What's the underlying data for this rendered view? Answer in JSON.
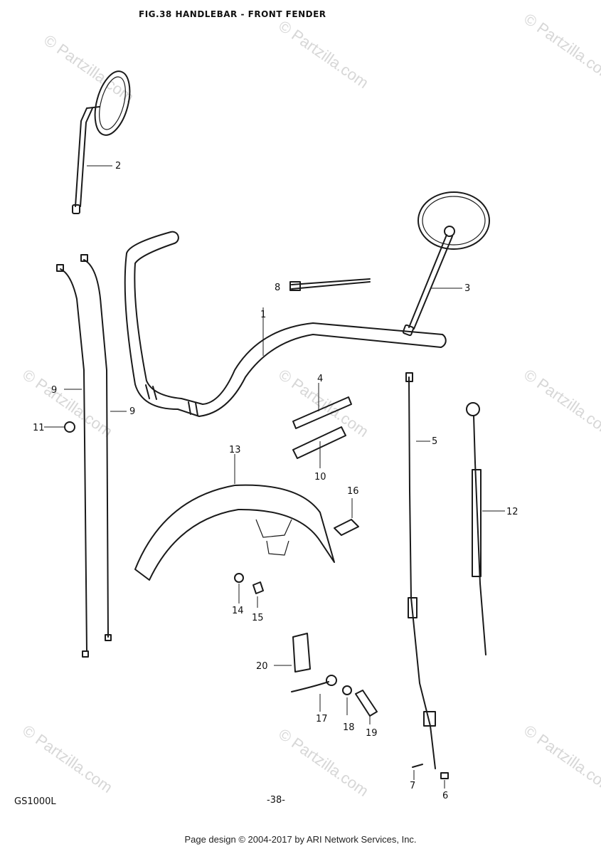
{
  "title": "FIG.38 HANDLEBAR - FRONT FENDER",
  "model": "GS1000L",
  "page_number": "-38-",
  "footer": "Page design © 2004-2017 by ARI Network Services, Inc.",
  "watermark": "© Partzilla.com",
  "callouts": {
    "c1": "1",
    "c2": "2",
    "c3": "3",
    "c4": "4",
    "c5": "5",
    "c6": "6",
    "c7": "7",
    "c8": "8",
    "c9a": "9",
    "c9b": "9",
    "c10": "10",
    "c11": "11",
    "c12": "12",
    "c13": "13",
    "c14": "14",
    "c15": "15",
    "c16": "16",
    "c17": "17",
    "c18": "18",
    "c19": "19",
    "c20": "20"
  }
}
